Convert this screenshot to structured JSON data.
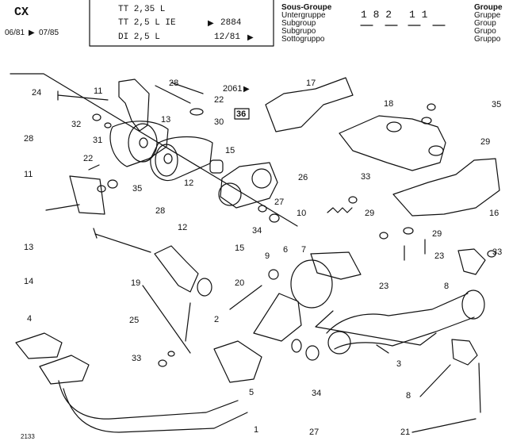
{
  "header": {
    "model": "CX",
    "period_start": "06/81",
    "period_end": "07/85",
    "engines": [
      {
        "name": "TT 2,35 L",
        "value": ""
      },
      {
        "name": "TT 2,5 L IE",
        "value": "2884"
      },
      {
        "name": "DI 2,5 L",
        "value": "12/81"
      }
    ],
    "subgroup_labels": [
      "Sous-Groupe",
      "Untergruppe",
      "Subgroup",
      "Subgrupo",
      "Sottogruppo"
    ],
    "subgroup_code": [
      "1 8 2",
      "1 1"
    ],
    "group_labels": [
      "Groupe",
      "Gruppe",
      "Group",
      "Grupo",
      "Gruppo"
    ],
    "ref_number": "2061",
    "box_label": "36",
    "sheet_number": "2133"
  },
  "callouts": [
    {
      "id": "c24",
      "text": "24"
    },
    {
      "id": "c11a",
      "text": "11"
    },
    {
      "id": "c28a",
      "text": "28"
    },
    {
      "id": "c22a",
      "text": "22"
    },
    {
      "id": "c32",
      "text": "32"
    },
    {
      "id": "c13a",
      "text": "13"
    },
    {
      "id": "c30",
      "text": "30"
    },
    {
      "id": "c31",
      "text": "31"
    },
    {
      "id": "c15a",
      "text": "15"
    },
    {
      "id": "c12a",
      "text": "12"
    },
    {
      "id": "c27a",
      "text": "27"
    },
    {
      "id": "c34a",
      "text": "34"
    },
    {
      "id": "c28b",
      "text": "28"
    },
    {
      "id": "c22b",
      "text": "22"
    },
    {
      "id": "c11b",
      "text": "11"
    },
    {
      "id": "c35a",
      "text": "35"
    },
    {
      "id": "c28c",
      "text": "28"
    },
    {
      "id": "c13b",
      "text": "13"
    },
    {
      "id": "c12b",
      "text": "12"
    },
    {
      "id": "c14",
      "text": "14"
    },
    {
      "id": "c15b",
      "text": "15"
    },
    {
      "id": "c19",
      "text": "19"
    },
    {
      "id": "c4",
      "text": "4"
    },
    {
      "id": "c25",
      "text": "25"
    },
    {
      "id": "c33a",
      "text": "33"
    },
    {
      "id": "c20",
      "text": "20"
    },
    {
      "id": "c9",
      "text": "9"
    },
    {
      "id": "c6",
      "text": "6"
    },
    {
      "id": "c7",
      "text": "7"
    },
    {
      "id": "c2",
      "text": "2"
    },
    {
      "id": "c5",
      "text": "5"
    },
    {
      "id": "c1",
      "text": "1"
    },
    {
      "id": "c27b",
      "text": "27"
    },
    {
      "id": "c34b",
      "text": "34"
    },
    {
      "id": "c17",
      "text": "17"
    },
    {
      "id": "c18",
      "text": "18"
    },
    {
      "id": "c35b",
      "text": "35"
    },
    {
      "id": "c29a",
      "text": "29"
    },
    {
      "id": "c26",
      "text": "26"
    },
    {
      "id": "c33b",
      "text": "33"
    },
    {
      "id": "c10",
      "text": "10"
    },
    {
      "id": "c29b",
      "text": "29"
    },
    {
      "id": "c16",
      "text": "16"
    },
    {
      "id": "c29c",
      "text": "29"
    },
    {
      "id": "c23a",
      "text": "23"
    },
    {
      "id": "c23b",
      "text": "23"
    },
    {
      "id": "c33c",
      "text": "33"
    },
    {
      "id": "c8a",
      "text": "8"
    },
    {
      "id": "c3",
      "text": "3"
    },
    {
      "id": "c8b",
      "text": "8"
    },
    {
      "id": "c21",
      "text": "21"
    }
  ]
}
